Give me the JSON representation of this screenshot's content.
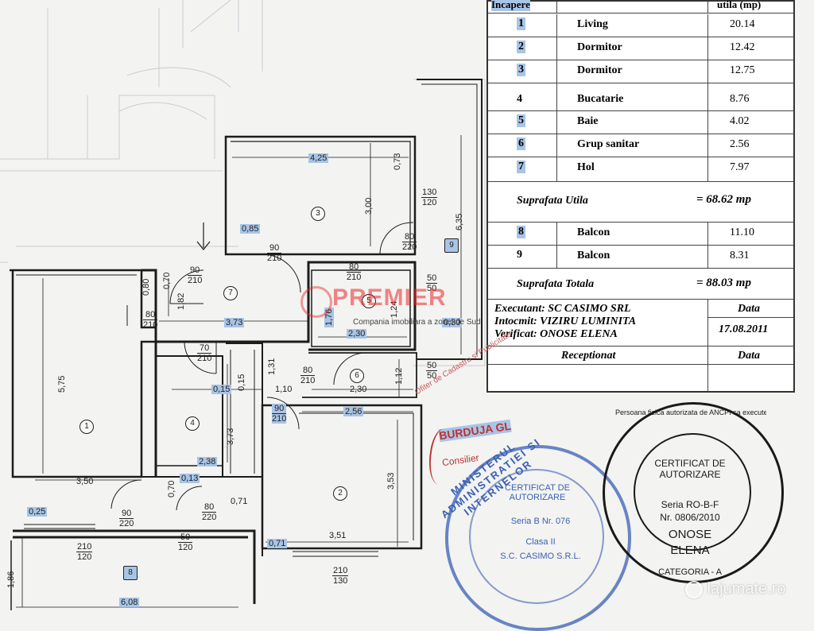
{
  "table": {
    "header": {
      "col1": "Incapere",
      "col3": "utila (mp)"
    },
    "rows": [
      {
        "no": "1",
        "name": "Living",
        "area": "20.14"
      },
      {
        "no": "2",
        "name": "Dormitor",
        "area": "12.42"
      },
      {
        "no": "3",
        "name": "Dormitor",
        "area": "12.75"
      },
      {
        "no": "4",
        "name": "Bucatarie",
        "area": "8.76"
      },
      {
        "no": "5",
        "name": "Baie",
        "area": "4.02"
      },
      {
        "no": "6",
        "name": "Grup sanitar",
        "area": "2.56"
      },
      {
        "no": "7",
        "name": "Hol",
        "area": "7.97"
      }
    ],
    "util_label": "Suprafata Utila",
    "util_value": "= 68.62 mp",
    "balcony_rows": [
      {
        "no": "8",
        "name": "Balcon",
        "area": "11.10"
      },
      {
        "no": "9",
        "name": "Balcon",
        "area": "8.31"
      }
    ],
    "total_label": "Suprafata Totala",
    "total_value": "= 88.03 mp",
    "executant": "Executant: SC CASIMO SRL",
    "data_label": "Data",
    "intocmit": "Intocmit: VIZIRU LUMINITA",
    "verificat": "Verificat: ONOSE ELENA",
    "date": "17.08.2011",
    "receptionat": "Receptionat",
    "data_label2": "Data"
  },
  "watermark": {
    "brand": "PREMIER",
    "subtitle": "Compania imobiliara a zonei de Sud"
  },
  "stamps": {
    "ministry": "MINISTERUL ADMINISTRATIEI SI INTERNELOR",
    "ministry_inner": "CERTIFICAT DE AUTORIZARE",
    "ministry_serie": "Seria B Nr. 076",
    "ministry_class": "Clasa II",
    "ministry_firm": "S.C. CASIMO S.R.L.",
    "onose_cert": "CERTIFICAT DE AUTORIZARE",
    "onose_serie": "Seria RO-B-F",
    "onose_nr": "Nr. 0806/2010",
    "onose_name1": "ONOSE",
    "onose_name2": "ELENA",
    "onose_cat": "CATEGORIA - A",
    "onose_ring": "Persoana fizica autorizata de ANCPI sa execute lucrari de cadastru, geodezie si cartografie",
    "signer": "BURDUJA GL",
    "signer_title": "Consilier",
    "officer": "Ofiter de Cadastru si Publicitate"
  },
  "site_mark": "lajumate.ro",
  "dims": {
    "d425": "4,25",
    "d073": "0,73",
    "d300": "3,00",
    "d130_120": [
      "130",
      "120"
    ],
    "d635": "6,35",
    "d085": "0,85",
    "d080": "0,80",
    "d070": "0,70",
    "d182": "1,82",
    "d373h": "3,73",
    "d176": "1,76",
    "d124": "1,24",
    "d230a": "2,30",
    "d030": "0,30",
    "d131": "1,31",
    "d015a": "0,15",
    "d015b": "0,15",
    "d110": "1,10",
    "d230b": "2,30",
    "d112": "1,12",
    "d575": "5,75",
    "d373v": "3,73",
    "d238": "2,38",
    "d350": "3,50",
    "d013": "0,13",
    "d025": "0,25",
    "d070b": "0,70",
    "d071a": "0,71",
    "d256": "2,56",
    "d353": "3,53",
    "d071b": "0,71",
    "d351": "3,51",
    "d186": "1,86",
    "d608": "6,08",
    "door_90_210a": [
      "90",
      "210"
    ],
    "door_90_210b": [
      "90",
      "210"
    ],
    "door_80_210a": [
      "80",
      "210"
    ],
    "door_80_220a": [
      "80",
      "220"
    ],
    "door_80_210b": [
      "80",
      "210"
    ],
    "door_70_210": [
      "70",
      "210"
    ],
    "door_80_210c": [
      "80",
      "210"
    ],
    "door_90_210c": [
      "90",
      "210"
    ],
    "door_50_50a": [
      "50",
      "50"
    ],
    "door_50_50b": [
      "50",
      "50"
    ],
    "door_90_220": [
      "90",
      "220"
    ],
    "door_80_220b": [
      "80",
      "220"
    ],
    "door_50_120": [
      "50",
      "120"
    ],
    "door_210_120": [
      "210",
      "120"
    ],
    "door_210_130": [
      "210",
      "130"
    ]
  },
  "rooms": [
    "1",
    "2",
    "3",
    "4",
    "5",
    "6",
    "7",
    "8",
    "9"
  ]
}
